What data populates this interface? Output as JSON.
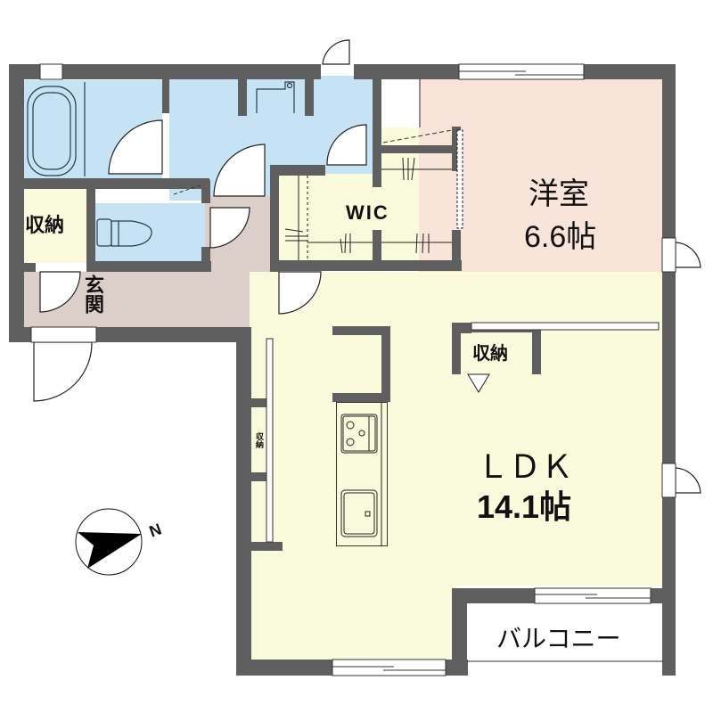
{
  "floorplan": {
    "rooms": {
      "western_room": {
        "name": "洋室",
        "size": "6.6帖"
      },
      "ldk": {
        "name": "ＬＤＫ",
        "size": "14.1帖"
      },
      "wic": {
        "name": "WIC"
      },
      "storage_entrance": {
        "name": "収納"
      },
      "storage_ldk": {
        "name": "収納"
      },
      "storage_small": {
        "name": "収納"
      },
      "entrance": {
        "name": "玄関"
      },
      "balcony": {
        "name": "バルコニー"
      }
    },
    "compass": {
      "label": "N"
    },
    "colors": {
      "wall": "#5f5f5f",
      "wet_area": "#c6e3f5",
      "entrance_hall": "#dccfca",
      "western_room": "#f8e4d8",
      "ldk": "#fafadc",
      "storage": "#fafadc"
    }
  }
}
